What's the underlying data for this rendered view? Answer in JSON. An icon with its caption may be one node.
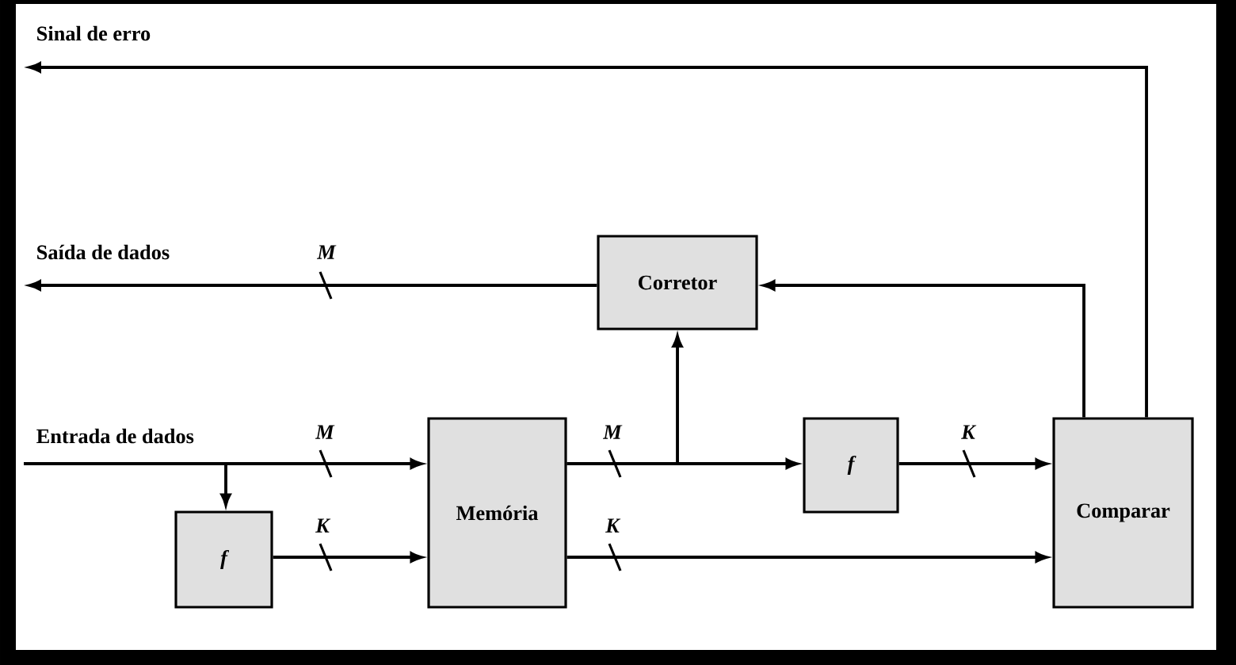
{
  "diagram": {
    "nodes": [
      {
        "text": [
          "Corretor"
        ]
      },
      {
        "text": [
          "Memória"
        ]
      },
      {
        "text": [
          "f"
        ]
      },
      {
        "text": [
          "f"
        ]
      },
      {
        "text": [
          "Comparar"
        ]
      }
    ],
    "edges": [
      {
        "from": null,
        "to": 1,
        "arrow": "to",
        "label": "M"
      },
      {
        "from": null,
        "to": 2,
        "arrow": "to"
      },
      {
        "from": 2,
        "to": 1,
        "arrow": "to",
        "label": "K"
      },
      {
        "from": 1,
        "to": 3,
        "arrow": "to",
        "label": "M"
      },
      {
        "from": 1,
        "to": 0,
        "arrow": "to"
      },
      {
        "from": 3,
        "to": 4,
        "arrow": "to",
        "label": "K"
      },
      {
        "from": 1,
        "to": 4,
        "arrow": "to",
        "label": "K"
      },
      {
        "from": 4,
        "to": 0,
        "arrow": "to"
      },
      {
        "from": 0,
        "to": null,
        "arrow": "to",
        "label": "M"
      },
      {
        "from": 4,
        "to": null,
        "arrow": "to"
      }
    ],
    "labels": [
      "Sinal de erro",
      "Saída de dados",
      "Entrada de dados"
    ]
  }
}
